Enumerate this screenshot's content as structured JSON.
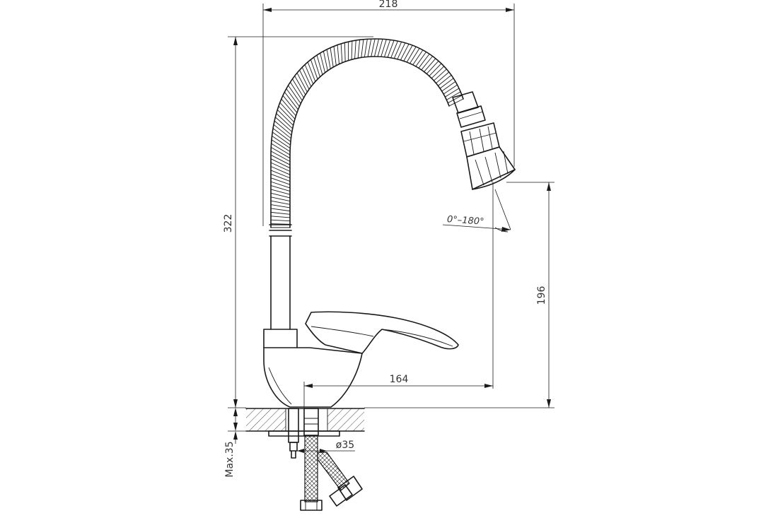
{
  "dimensions": {
    "width_total": "218",
    "height_total": "322",
    "spout_height": "196",
    "spout_reach": "164",
    "rotation_angle": "0°–180°",
    "base_diameter": "ø35",
    "max_counter_thickness": "Max.35"
  },
  "colors": {
    "line": "#1a1a1a",
    "text": "#333333",
    "background": "#ffffff"
  }
}
